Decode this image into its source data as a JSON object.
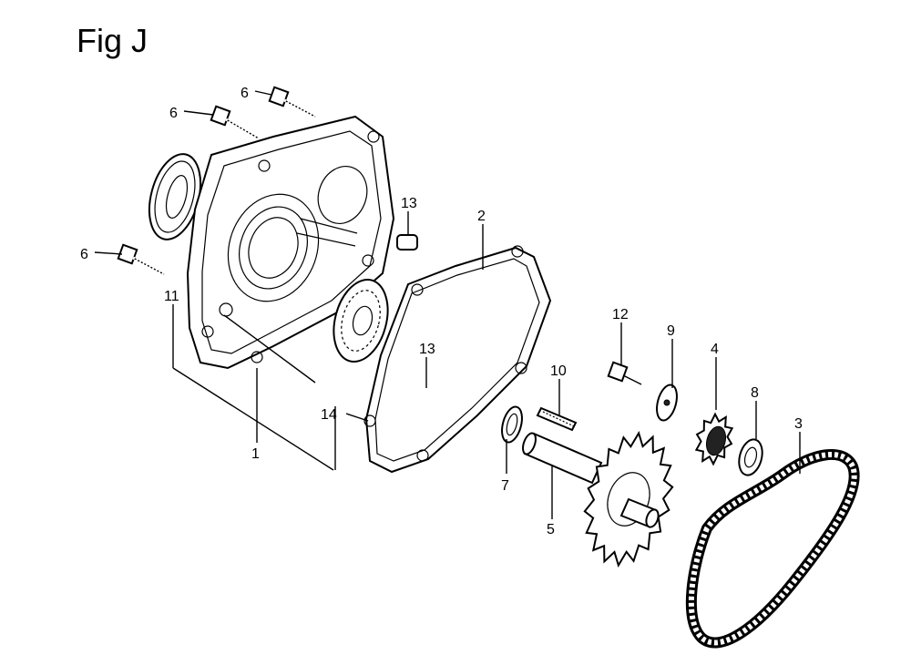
{
  "figure": {
    "title": "Fig J"
  },
  "callouts": [
    {
      "id": "c6a",
      "label": "6"
    },
    {
      "id": "c6b",
      "label": "6"
    },
    {
      "id": "c6c",
      "label": "6"
    },
    {
      "id": "c11",
      "label": "11"
    },
    {
      "id": "c1",
      "label": "1"
    },
    {
      "id": "c14",
      "label": "14"
    },
    {
      "id": "c13a",
      "label": "13"
    },
    {
      "id": "c13b",
      "label": "13"
    },
    {
      "id": "c2",
      "label": "2"
    },
    {
      "id": "c12",
      "label": "12"
    },
    {
      "id": "c9",
      "label": "9"
    },
    {
      "id": "c4",
      "label": "4"
    },
    {
      "id": "c8",
      "label": "8"
    },
    {
      "id": "c10",
      "label": "10"
    },
    {
      "id": "c3",
      "label": "3"
    },
    {
      "id": "c7",
      "label": "7"
    },
    {
      "id": "c5",
      "label": "5"
    }
  ]
}
